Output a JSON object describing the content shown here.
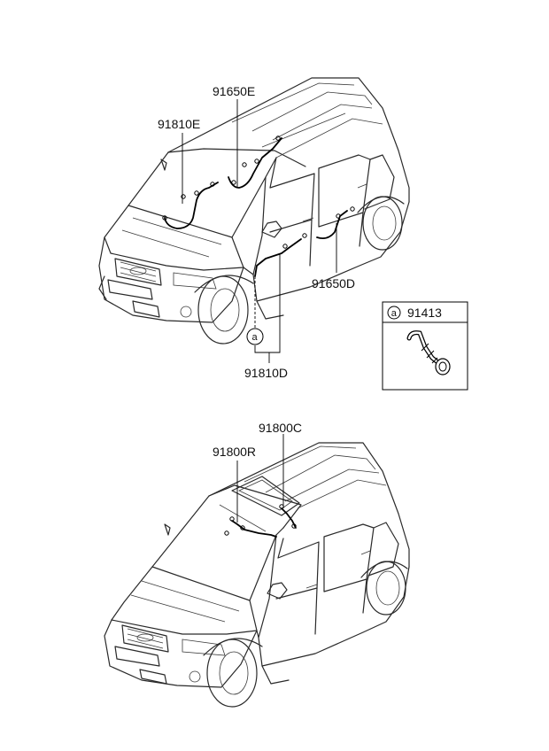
{
  "part_labels": {
    "p91810E": "91810E",
    "p91650E": "91650E",
    "p91650D": "91650D",
    "p91810D": "91810D",
    "p91800C": "91800C",
    "p91800R": "91800R"
  },
  "callout": {
    "marker": "a",
    "part_number": "91413"
  }
}
